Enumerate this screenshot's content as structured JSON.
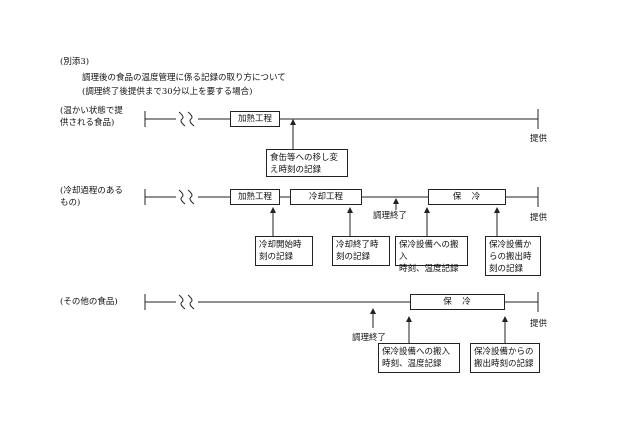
{
  "header": {
    "appendix": "(別添3)",
    "title": "調理後の食品の温度管理に係る記録の取り方について",
    "subtitle": "(調理終了後提供まで30分以上を要する場合)"
  },
  "rows": [
    {
      "label": "(温かい状態で提\n供される食品)",
      "boxes": [
        "加熱工程"
      ],
      "end_label": "提供",
      "records": [
        "食缶等への移し変\nえ時刻の記録"
      ]
    },
    {
      "label": "(冷却過程のある\nもの)",
      "boxes": [
        "加熱工程",
        "冷却工程",
        "保　冷"
      ],
      "cook_end": "調理終了",
      "end_label": "提供",
      "records": [
        "冷却開始時\n刻の記録",
        "冷却終了時\n刻の記録",
        "保冷設備への搬入\n時刻、温度記録",
        "保冷設備か\nらの搬出時\n刻の記録"
      ]
    },
    {
      "label": "(その他の食品)",
      "boxes": [
        "保　冷"
      ],
      "cook_end": "調理終了",
      "end_label": "提供",
      "records": [
        "保冷設備への搬入\n時刻、温度記録",
        "保冷設備からの\n搬出時刻の記録"
      ]
    }
  ]
}
